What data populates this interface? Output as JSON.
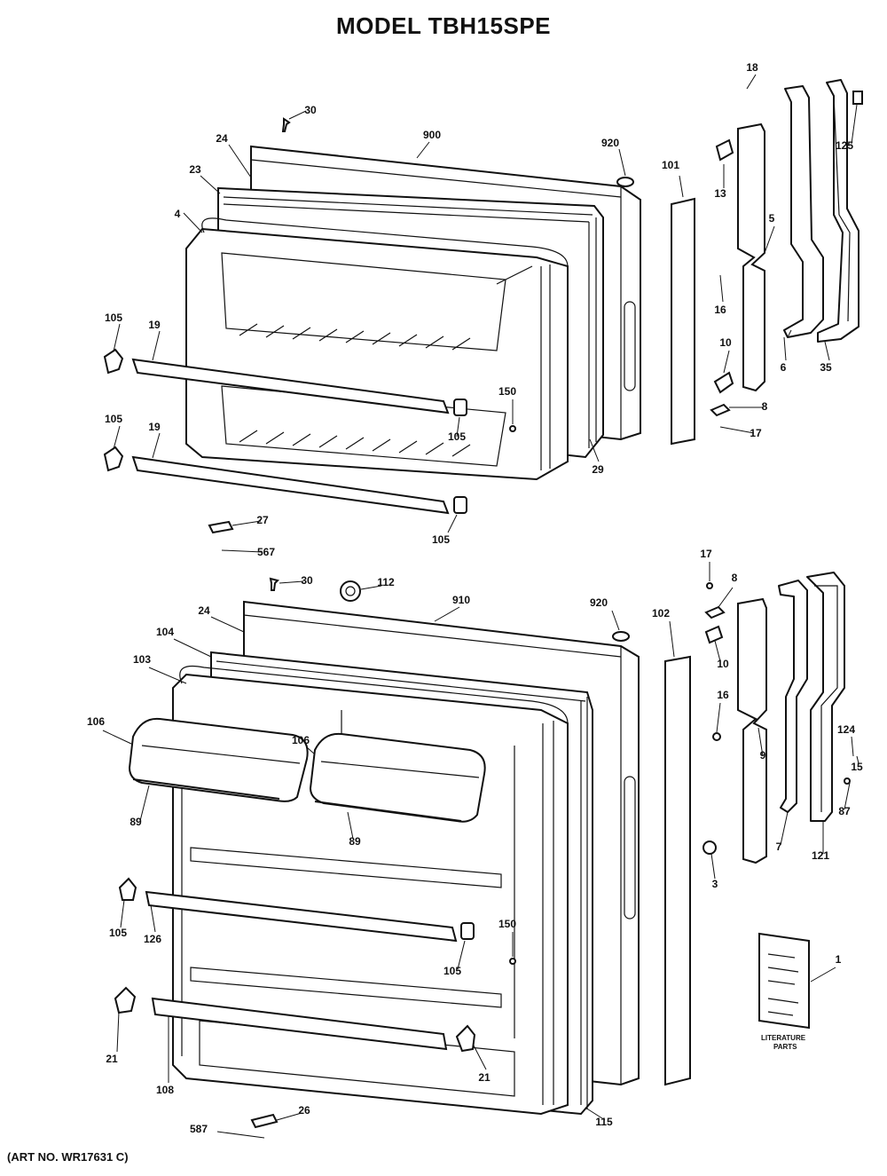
{
  "title": "MODEL TBH15SPE",
  "art_number": "(ART NO. WR17631 C)",
  "literature_caption": [
    "LITERATURE",
    "PARTS"
  ],
  "callouts": {
    "freezer": [
      "18",
      "30",
      "900",
      "920",
      "24",
      "23",
      "4",
      "101",
      "13",
      "5",
      "125",
      "16",
      "105",
      "19",
      "10",
      "6",
      "35",
      "150",
      "8",
      "105",
      "17",
      "105",
      "19",
      "29",
      "27",
      "567",
      "105"
    ],
    "fresh": [
      "17",
      "30",
      "112",
      "910",
      "920",
      "24",
      "104",
      "102",
      "8",
      "103",
      "10",
      "16",
      "106",
      "106",
      "124",
      "9",
      "15",
      "89",
      "89",
      "87",
      "7",
      "121",
      "3",
      "105",
      "126",
      "150",
      "105",
      "1",
      "21",
      "108",
      "21",
      "115",
      "587",
      "26"
    ]
  }
}
